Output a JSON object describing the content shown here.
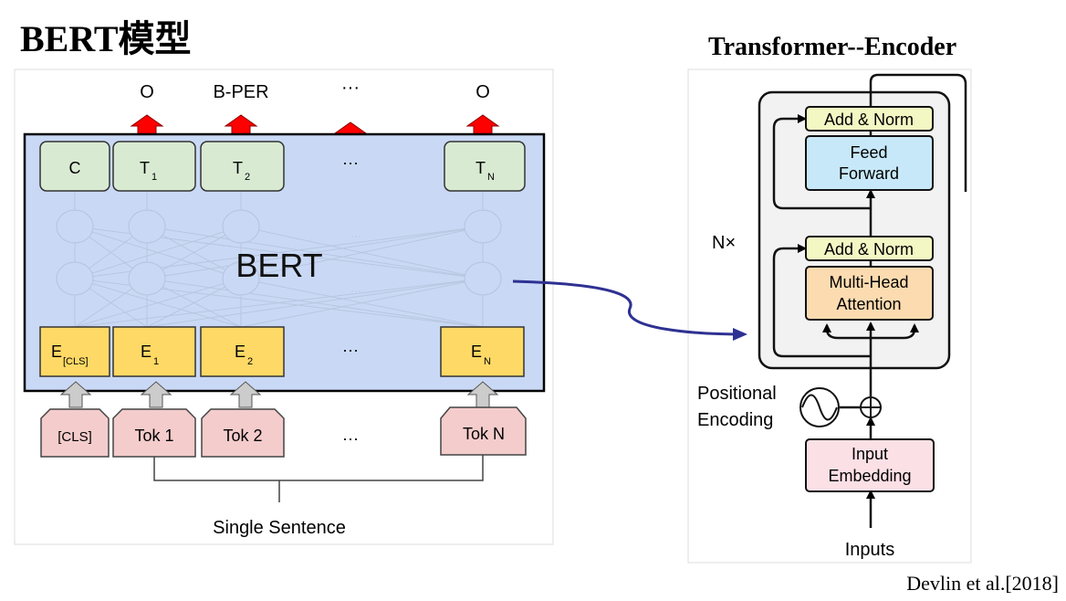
{
  "slide": {
    "title": "BERT模型",
    "citation": "Devlin et al.[2018]"
  },
  "bert": {
    "outputs": [
      "O",
      "B-PER",
      "···",
      "O"
    ],
    "top_tokens": {
      "c": "C",
      "t1": "T",
      "t1_sub": "1",
      "t2": "T",
      "t2_sub": "2",
      "ellipsis": "···",
      "tn": "T",
      "tn_sub": "N"
    },
    "model_label": "BERT",
    "embeddings": {
      "cls": "E",
      "cls_sub": "[CLS]",
      "e1": "E",
      "e1_sub": "1",
      "e2": "E",
      "e2_sub": "2",
      "ellipsis": "···",
      "en": "E",
      "en_sub": "N"
    },
    "inputs": {
      "cls": "[CLS]",
      "tok1": "Tok 1",
      "tok2": "Tok 2",
      "ellipsis": "···",
      "tokn": "Tok N"
    },
    "sentence_label": "Single Sentence",
    "colors": {
      "panel": "#c9d9f5",
      "top_box": "#d9ead3",
      "embed_box": "#ffd966",
      "input_box": "#f4cccc",
      "arrow_red": "#ff0000",
      "arrow_gray": "#cccccc"
    }
  },
  "encoder": {
    "title": "Transformer--Encoder",
    "repeat_label": "N×",
    "add_norm_top": "Add & Norm",
    "feed_forward_line1": "Feed",
    "feed_forward_line2": "Forward",
    "add_norm_bottom": "Add & Norm",
    "attention_line1": "Multi-Head",
    "attention_line2": "Attention",
    "positional_line1": "Positional",
    "positional_line2": "Encoding",
    "embedding_line1": "Input",
    "embedding_line2": "Embedding",
    "inputs_label": "Inputs",
    "colors": {
      "add_norm": "#f3f7c3",
      "feed_forward": "#c7e8f8",
      "attention": "#fcdbb0",
      "embedding": "#fbe0e6",
      "stack_bg": "#f2f2f2",
      "connector": "#2e3192"
    }
  }
}
